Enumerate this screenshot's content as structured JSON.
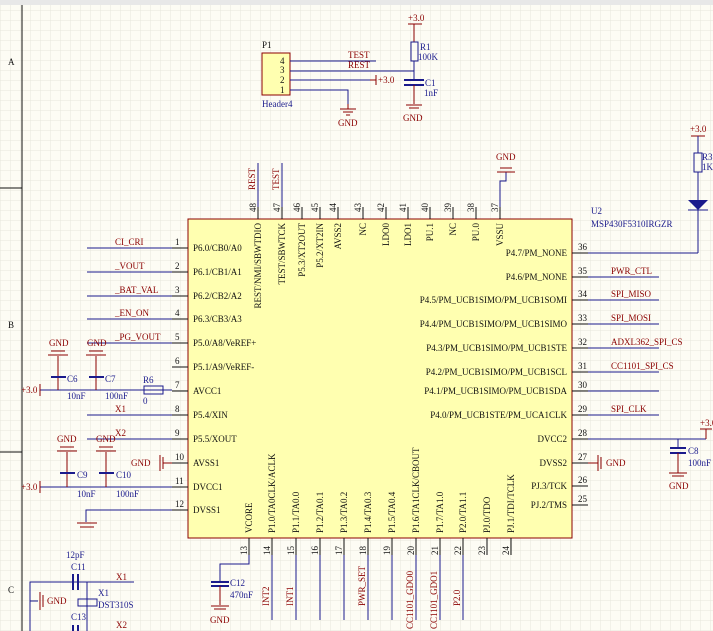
{
  "zones": [
    "A",
    "B",
    "C"
  ],
  "colors": {
    "wire": "#1a1a8c",
    "power": "#8b0000",
    "chip_fill": "#ffffb0",
    "chip_border": "#8b0000",
    "grid": "#e6e6dc",
    "background": "#fdfcf4"
  },
  "chip": {
    "designator": "U2",
    "part": "MSP430F5310IRGZR",
    "left_pins": [
      {
        "num": "1",
        "name": "P6.0/CB0/A0",
        "net": "CI_CRI"
      },
      {
        "num": "2",
        "name": "P6.1/CB1/A1",
        "net": "_VOUT"
      },
      {
        "num": "3",
        "name": "P6.2/CB2/A2",
        "net": "_BAT_VAL"
      },
      {
        "num": "4",
        "name": "P6.3/CB3/A3",
        "net": "_EN_ON"
      },
      {
        "num": "5",
        "name": "P5.0/A8/VeREF+",
        "net": "_PG_VOUT"
      },
      {
        "num": "6",
        "name": "P5.1/A9/VeREF-",
        "net": ""
      },
      {
        "num": "7",
        "name": "AVCC1",
        "net": ""
      },
      {
        "num": "8",
        "name": "P5.4/XIN",
        "net": "X1"
      },
      {
        "num": "9",
        "name": "P5.5/XOUT",
        "net": "X2"
      },
      {
        "num": "10",
        "name": "AVSS1",
        "net": ""
      },
      {
        "num": "11",
        "name": "DVCC1",
        "net": ""
      },
      {
        "num": "12",
        "name": "DVSS1",
        "net": ""
      }
    ],
    "top_pins": [
      {
        "num": "48",
        "name": "REST/NMI/SBWTDIO",
        "net": "REST"
      },
      {
        "num": "47",
        "name": "TEST/SBWTCK",
        "net": "TEST"
      },
      {
        "num": "46",
        "name": "P5.3/XT2OUT",
        "net": ""
      },
      {
        "num": "45",
        "name": "P5.2/XT2IN",
        "net": ""
      },
      {
        "num": "44",
        "name": "AVSS2",
        "net": ""
      },
      {
        "num": "43",
        "name": "NC",
        "net": ""
      },
      {
        "num": "42",
        "name": "LDO0",
        "net": ""
      },
      {
        "num": "41",
        "name": "LDO1",
        "net": ""
      },
      {
        "num": "40",
        "name": "PU.1",
        "net": ""
      },
      {
        "num": "39",
        "name": "NC",
        "net": ""
      },
      {
        "num": "38",
        "name": "PU.0",
        "net": ""
      },
      {
        "num": "37",
        "name": "VSSU",
        "net": ""
      }
    ],
    "right_pins": [
      {
        "num": "36",
        "name": "P4.7/PM_NONE",
        "net": ""
      },
      {
        "num": "35",
        "name": "P4.6/PM_NONE",
        "net": "PWR_CTL"
      },
      {
        "num": "34",
        "name": "P4.5/PM_UCB1SIMO/PM_UCB1SOMI",
        "net": "SPI_MISO"
      },
      {
        "num": "33",
        "name": "P4.4/PM_UCB1SIMO/PM_UCB1SIMO",
        "net": "SPI_MOSI"
      },
      {
        "num": "32",
        "name": "P4.3/PM_UCB1SIMO/PM_UCB1STE",
        "net": "ADXL362_SPI_CS"
      },
      {
        "num": "31",
        "name": "P4.2/PM_UCB1SIMO/PM_UCB1SCL",
        "net": "CC1101_SPI_CS"
      },
      {
        "num": "30",
        "name": "P4.1/PM_UCB1SIMO/PM_UCB1SDA",
        "net": ""
      },
      {
        "num": "29",
        "name": "P4.0/PM_UCB1STE/PM_UCA1CLK",
        "net": "SPI_CLK"
      },
      {
        "num": "28",
        "name": "DVCC2",
        "net": ""
      },
      {
        "num": "27",
        "name": "DVSS2",
        "net": ""
      },
      {
        "num": "26",
        "name": "PJ.3/TCK",
        "net": ""
      },
      {
        "num": "25",
        "name": "PJ.2/TMS",
        "net": ""
      }
    ],
    "bottom_pins": [
      {
        "num": "13",
        "name": "VCORE",
        "net": ""
      },
      {
        "num": "14",
        "name": "P1.0/TA0CLK/ACLK",
        "net": "INT2"
      },
      {
        "num": "15",
        "name": "P1.1/TA0.0",
        "net": "INT1"
      },
      {
        "num": "16",
        "name": "P1.2/TA0.1",
        "net": ""
      },
      {
        "num": "17",
        "name": "P1.3/TA0.2",
        "net": ""
      },
      {
        "num": "18",
        "name": "P1.4/TA0.3",
        "net": "PWR_SET"
      },
      {
        "num": "19",
        "name": "P1.5/TA0.4",
        "net": ""
      },
      {
        "num": "20",
        "name": "P1.6/TA1CLK/CBOUT",
        "net": "CC1101_GDO0"
      },
      {
        "num": "21",
        "name": "P1.7/TA1.0",
        "net": "CC1101_GDO1"
      },
      {
        "num": "22",
        "name": "P2.0/TA1.1",
        "net": "P2.0"
      },
      {
        "num": "23",
        "name": "PJ.0/TDO",
        "net": ""
      },
      {
        "num": "24",
        "name": "PJ.1/TDI/TCLK",
        "net": ""
      }
    ]
  },
  "header": {
    "designator": "P1",
    "part": "Header4",
    "pins": [
      "4",
      "3",
      "2",
      "1"
    ],
    "nets": [
      "TEST",
      "REST"
    ]
  },
  "parts": {
    "R1": {
      "ref": "R1",
      "value": "100K"
    },
    "C1": {
      "ref": "C1",
      "value": "1nF"
    },
    "R3": {
      "ref": "R3",
      "value": "1K"
    },
    "R6": {
      "ref": "R6",
      "value": "0"
    },
    "C6": {
      "ref": "C6",
      "value": "10nF"
    },
    "C7": {
      "ref": "C7",
      "value": "100nF"
    },
    "C9": {
      "ref": "C9",
      "value": "10nF"
    },
    "C10": {
      "ref": "C10",
      "value": "100nF"
    },
    "C8": {
      "ref": "C8",
      "value": "100nF"
    },
    "C12": {
      "ref": "C12",
      "value": "470nF"
    },
    "C11": {
      "ref": "C11",
      "value": "12pF"
    },
    "C13": {
      "ref": "C13",
      "value": ""
    },
    "X1": {
      "ref": "X1",
      "value": "DST310S"
    }
  },
  "power": {
    "vcc": "+3.0",
    "gnd": "GND"
  },
  "crystal_nets": [
    "X1",
    "X2"
  ]
}
